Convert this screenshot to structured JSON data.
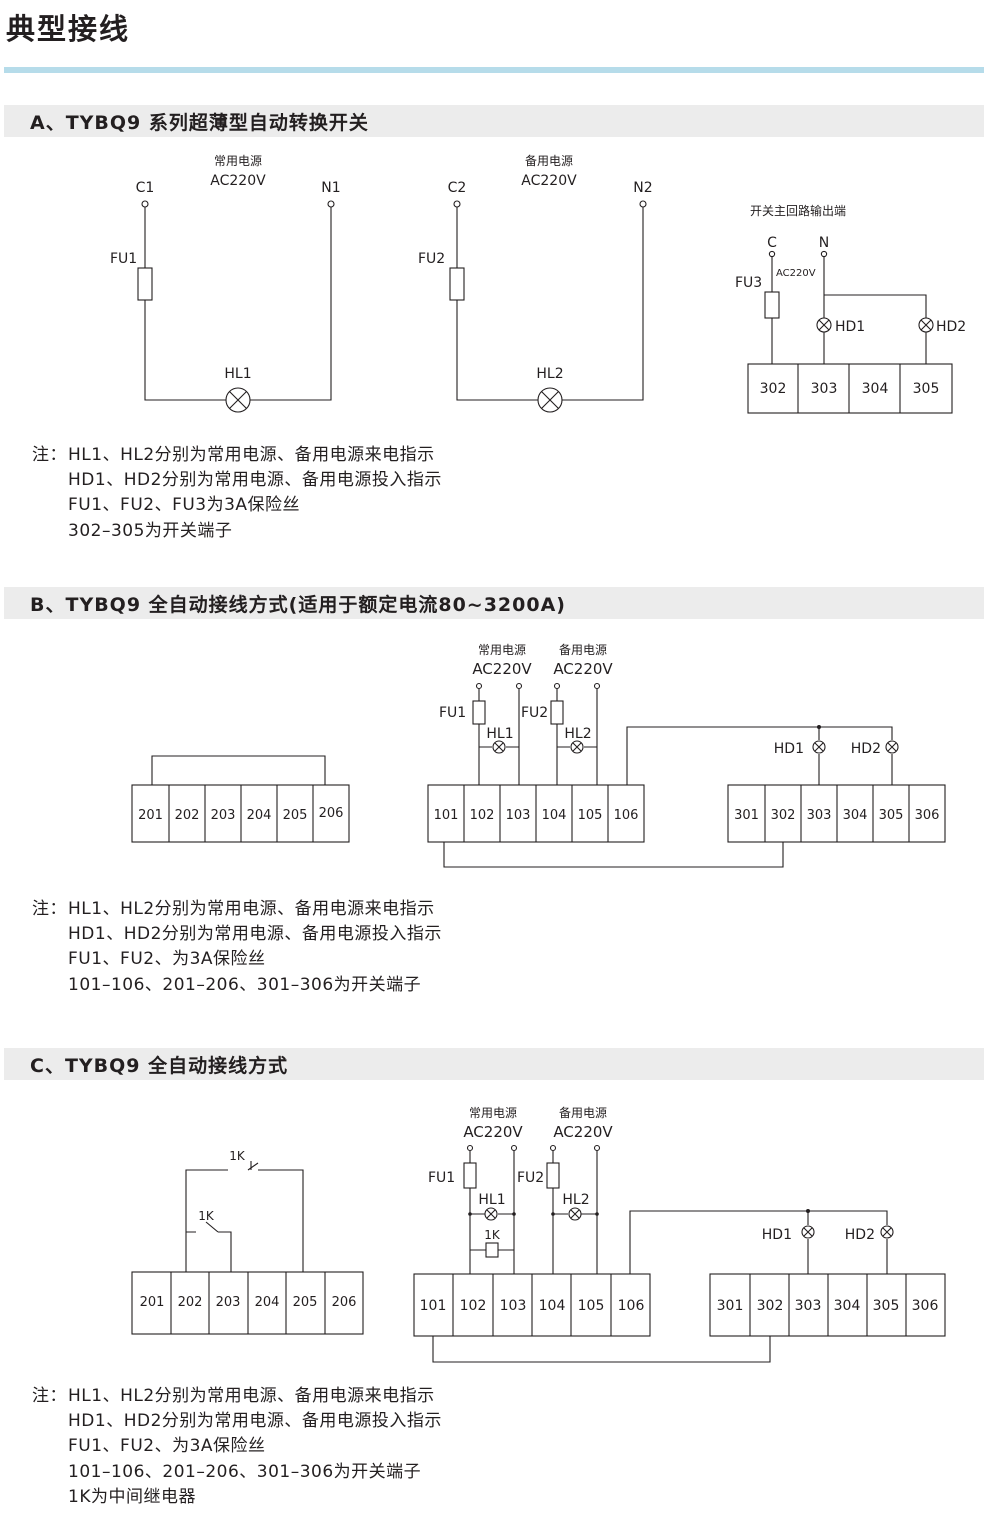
{
  "page_title": "典型接线",
  "sections": [
    {
      "title": "A、TYBQ9 系列超薄型自动转换开关",
      "diagram": {
        "normal_supply": {
          "name": "常用电源",
          "voltage": "AC220V",
          "left_terminal": "C1",
          "right_terminal": "N1",
          "fuse": "FU1",
          "lamp": "HL1"
        },
        "standby_supply": {
          "name": "备用电源",
          "voltage": "AC220V",
          "left_terminal": "C2",
          "right_terminal": "N2",
          "fuse": "FU2",
          "lamp": "HL2"
        },
        "output": {
          "title": "开关主回路输出端",
          "c_label": "C",
          "n_label": "N",
          "voltage": "AC220V",
          "fuse": "FU3",
          "lamp1": "HD1",
          "lamp2": "HD2",
          "terminals": [
            "302",
            "303",
            "304",
            "305"
          ]
        }
      },
      "notes": {
        "prefix": "注：",
        "lines": [
          "HL1、HL2分别为常用电源、备用电源来电指示",
          "HD1、HD2分别为常用电源、备用电源投入指示",
          "FU1、FU2、FU3为3A保险丝",
          "302–305为开关端子"
        ]
      }
    },
    {
      "title": "B、TYBQ9 全自动接线方式(适用于额定电流80~3200A)",
      "diagram": {
        "block_200": [
          "201",
          "202",
          "203",
          "204",
          "205",
          "206"
        ],
        "block_100": [
          "101",
          "102",
          "103",
          "104",
          "105",
          "106"
        ],
        "block_300": [
          "301",
          "302",
          "303",
          "304",
          "305",
          "306"
        ],
        "normal_supply": {
          "name": "常用电源",
          "voltage": "AC220V",
          "fuse": "FU1",
          "lamp": "HL1"
        },
        "standby_supply": {
          "name": "备用电源",
          "voltage": "AC220V",
          "fuse": "FU2",
          "lamp": "HL2"
        },
        "lamp_hd1": "HD1",
        "lamp_hd2": "HD2"
      },
      "notes": {
        "prefix": "注：",
        "lines": [
          "HL1、HL2分别为常用电源、备用电源来电指示",
          "HD1、HD2分别为常用电源、备用电源投入指示",
          "FU1、FU2、为3A保险丝",
          "101–106、201–206、301–306为开关端子"
        ]
      }
    },
    {
      "title": "C、TYBQ9 全自动接线方式",
      "diagram": {
        "block_200": [
          "201",
          "202",
          "203",
          "204",
          "205",
          "206"
        ],
        "block_100": [
          "101",
          "102",
          "103",
          "104",
          "105",
          "106"
        ],
        "block_300": [
          "301",
          "302",
          "303",
          "304",
          "305",
          "306"
        ],
        "relay_contact_top": "1K",
        "relay_contact_bottom": "1K",
        "relay_coil": "1K",
        "normal_supply": {
          "name": "常用电源",
          "voltage": "AC220V",
          "fuse": "FU1",
          "lamp": "HL1"
        },
        "standby_supply": {
          "name": "备用电源",
          "voltage": "AC220V",
          "fuse": "FU2",
          "lamp": "HL2"
        },
        "lamp_hd1": "HD1",
        "lamp_hd2": "HD2"
      },
      "notes": {
        "prefix": "注：",
        "lines": [
          "HL1、HL2分别为常用电源、备用电源来电指示",
          "HD1、HD2分别为常用电源、备用电源投入指示",
          "FU1、FU2、为3A保险丝",
          "101–106、201–206、301–306为开关端子",
          "1K为中间继电器"
        ]
      }
    }
  ]
}
